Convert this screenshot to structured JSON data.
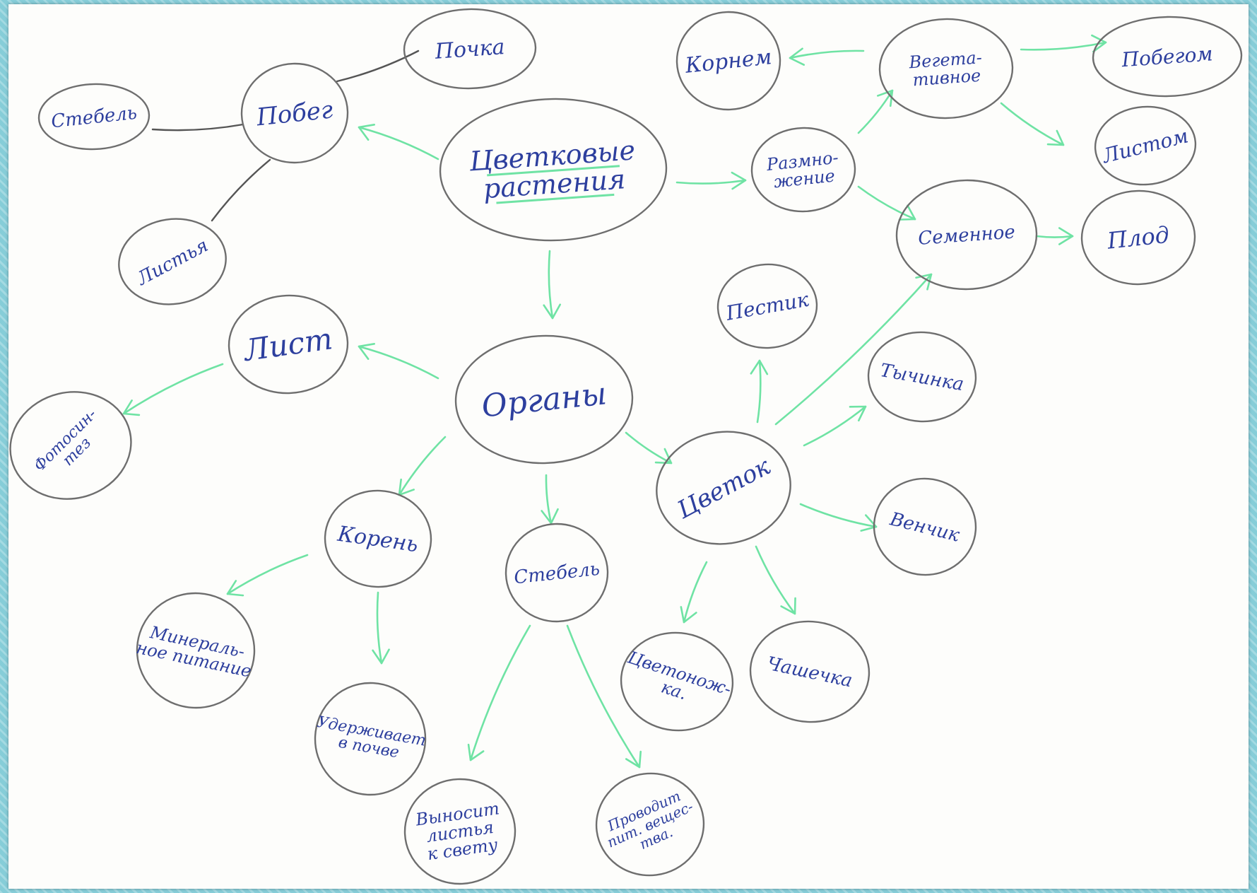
{
  "nodes": {
    "root": [
      "Цветковые",
      "растения"
    ],
    "shoot": [
      "Побег"
    ],
    "bud": [
      "Почка"
    ],
    "stem_top": [
      "Стебель"
    ],
    "leaves_top": [
      "Листья"
    ],
    "reproduction": [
      "Размно-",
      "жение"
    ],
    "vegetative": [
      "Вегета-",
      "тивное"
    ],
    "by_root": [
      "Корнем"
    ],
    "by_shoot": [
      "Побегом"
    ],
    "by_leaf": [
      "Листом"
    ],
    "seed": [
      "Семенное"
    ],
    "fruit": [
      "Плод"
    ],
    "organs": [
      "Органы"
    ],
    "leaf": [
      "Лист"
    ],
    "photosynthesis": [
      "Фотосин-",
      "тез"
    ],
    "root_organ": [
      "Корень"
    ],
    "mineral": [
      "Минераль-",
      "ное питание"
    ],
    "holds": [
      "Удерживает",
      "в почве"
    ],
    "stem": [
      "Стебель"
    ],
    "carries_leaves": [
      "Выносит",
      "листья",
      "к свету"
    ],
    "conducts": [
      "Проводит",
      "пит. вещес-",
      "тва."
    ],
    "flower": [
      "Цветок"
    ],
    "pistil": [
      "Пестик"
    ],
    "stamen": [
      "Тычинка"
    ],
    "corolla": [
      "Венчик"
    ],
    "calyx": [
      "Чашечка"
    ],
    "receptacle": [
      "Цветонож-",
      "ка."
    ]
  }
}
